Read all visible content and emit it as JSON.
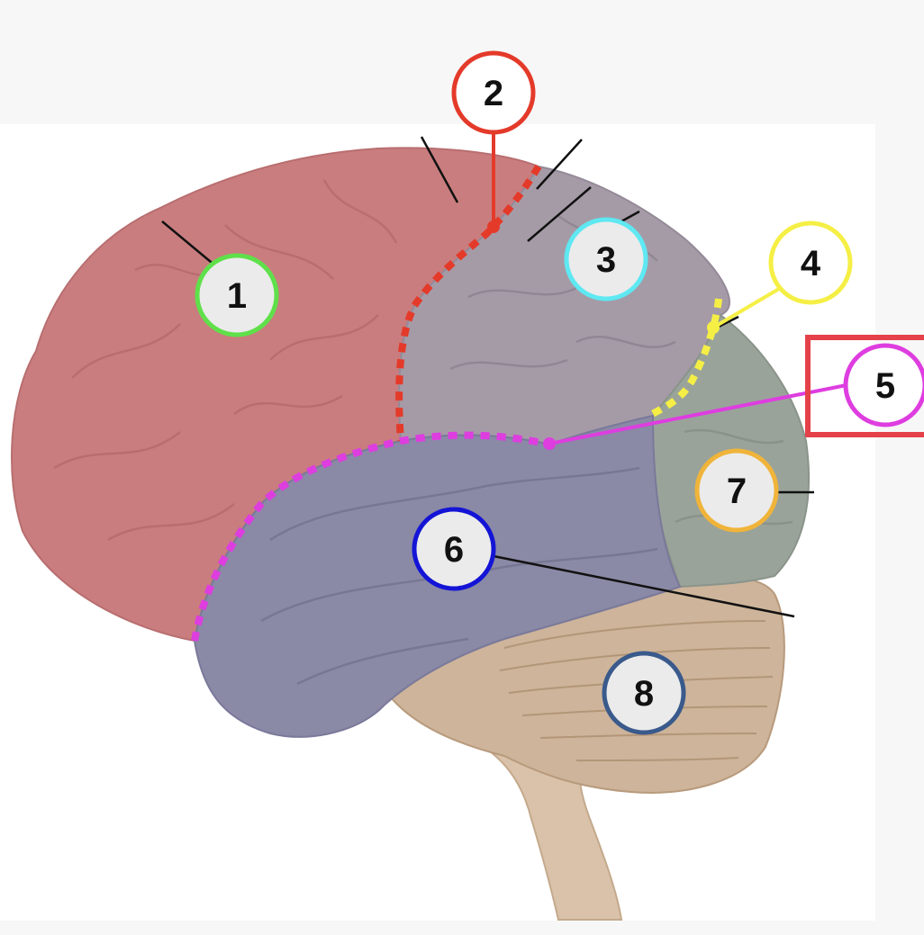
{
  "labels": [
    {
      "id": "1",
      "text": "1",
      "color": "#5fe04a"
    },
    {
      "id": "2",
      "text": "2",
      "color": "#e43a2a"
    },
    {
      "id": "3",
      "text": "3",
      "color": "#5ee8f2"
    },
    {
      "id": "4",
      "text": "4",
      "color": "#f5ef45"
    },
    {
      "id": "5",
      "text": "5",
      "color": "#de3de0"
    },
    {
      "id": "6",
      "text": "6",
      "color": "#1414d6"
    },
    {
      "id": "7",
      "text": "7",
      "color": "#f0b43a"
    },
    {
      "id": "8",
      "text": "8",
      "color": "#3a5a8c"
    }
  ],
  "colors": {
    "frontal_lobe": "#c97d7e",
    "parietal_lobe": "#a59ba7",
    "occipital_lobe": "#9aa39a",
    "temporal_lobe": "#8a89a6",
    "cerebellum": "#cdb49a",
    "brainstem": "#d9c2a9",
    "central_sulcus_line": "#e43a2a",
    "parieto_occipital_line": "#f5ef45",
    "lateral_sulcus_line": "#de3de0",
    "highlight_box": "#e5414a",
    "label_fill": "#ebebeb"
  }
}
